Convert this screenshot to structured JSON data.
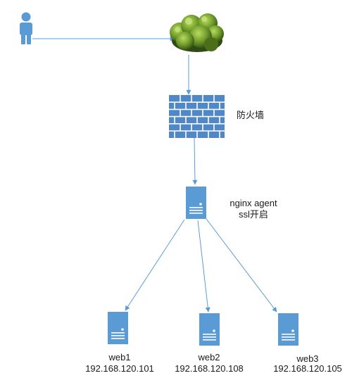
{
  "diagram": {
    "nodes": {
      "user": {
        "icon": "person-icon"
      },
      "internet": {
        "icon": "cloud-icon"
      },
      "firewall": {
        "icon": "firewall-icon",
        "label": "防火墙"
      },
      "proxy": {
        "icon": "server-icon",
        "label_line1": "nginx agent",
        "label_line2": "ssl开启"
      },
      "web1": {
        "icon": "server-icon",
        "name": "web1",
        "ip": "192.168.120.101"
      },
      "web2": {
        "icon": "server-icon",
        "name": "web2",
        "ip": "192.168.120.108"
      },
      "web3": {
        "icon": "server-icon",
        "name": "web3",
        "ip": "192.168.120.105"
      }
    },
    "edges": [
      {
        "from": "user",
        "to": "internet"
      },
      {
        "from": "internet",
        "to": "firewall"
      },
      {
        "from": "firewall",
        "to": "proxy"
      },
      {
        "from": "proxy",
        "to": "web1"
      },
      {
        "from": "proxy",
        "to": "web2"
      },
      {
        "from": "proxy",
        "to": "web3"
      }
    ],
    "colors": {
      "line": "#5b9bd5",
      "server": "#5b9bd5",
      "person": "#5b9bd5",
      "firewall": "#4f87c7",
      "cloud_dark": "#2f4a12",
      "cloud_mid": "#5e8a22",
      "cloud_light": "#a8cf52"
    }
  }
}
